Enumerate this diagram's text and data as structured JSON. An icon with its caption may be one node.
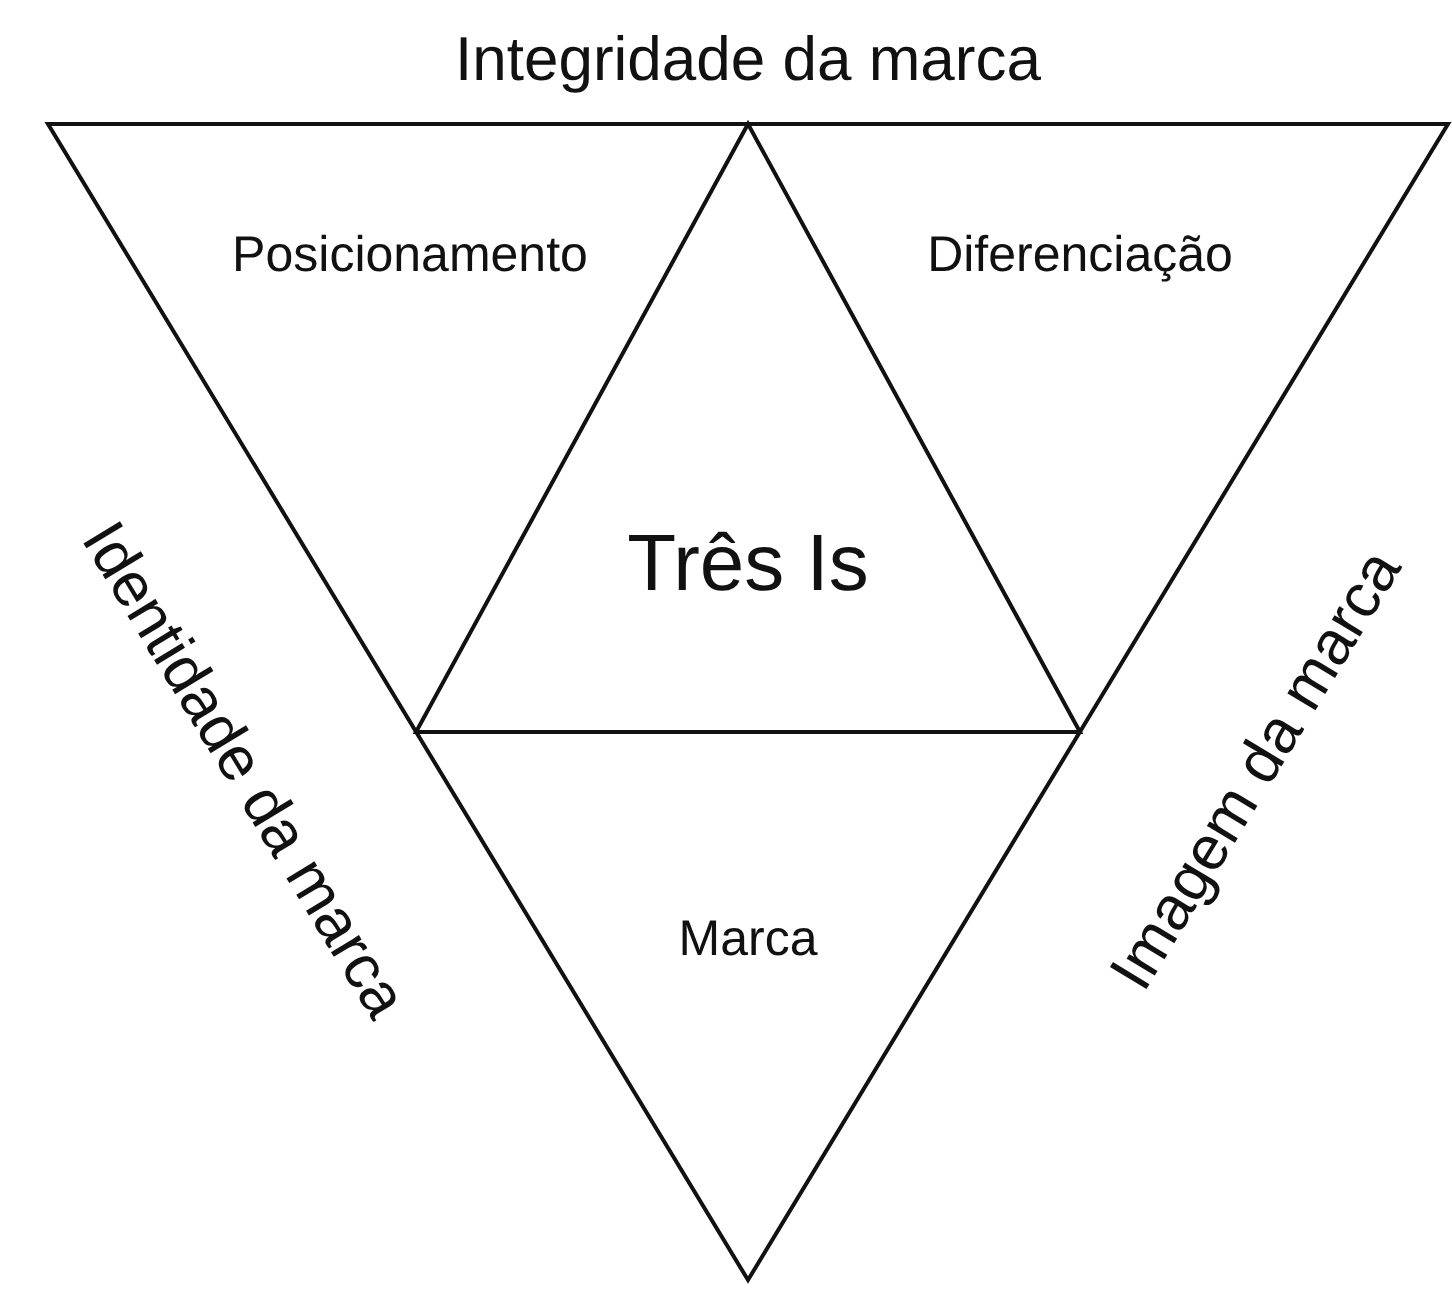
{
  "diagram": {
    "nodes": [
      {
        "text": [
          "Posicionamento",
          "Diferenciação",
          "Marca"
        ],
        "beside": [
          "Integridade da marca",
          "Identidade da marca",
          "Imagem da marca"
        ]
      },
      {
        "text": [
          "Três Is"
        ],
        "in": 0
      }
    ]
  }
}
